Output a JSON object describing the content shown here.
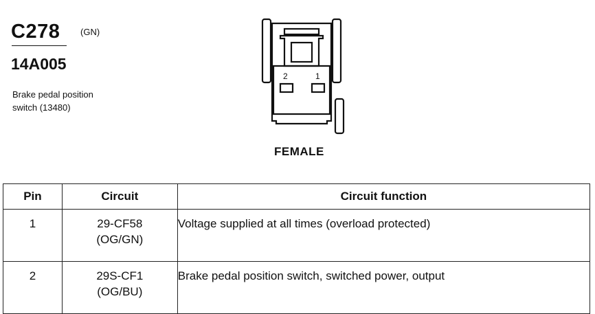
{
  "connector": {
    "id": "C278",
    "wire_color": "(GN)",
    "part_number": "14A005",
    "description_line1": "Brake pedal position",
    "description_line2": "switch (13480)"
  },
  "diagram": {
    "pin_labels": [
      "2",
      "1"
    ],
    "gender": "FEMALE"
  },
  "table": {
    "headers": [
      "Pin",
      "Circuit",
      "Circuit function"
    ],
    "rows": [
      {
        "pin": "1",
        "circuit_line1": "29-CF58",
        "circuit_line2": "(OG/GN)",
        "function": "Voltage supplied at all times (overload protected)"
      },
      {
        "pin": "2",
        "circuit_line1": "29S-CF1",
        "circuit_line2": "(OG/BU)",
        "function": "Brake pedal position switch, switched power, output"
      }
    ]
  }
}
